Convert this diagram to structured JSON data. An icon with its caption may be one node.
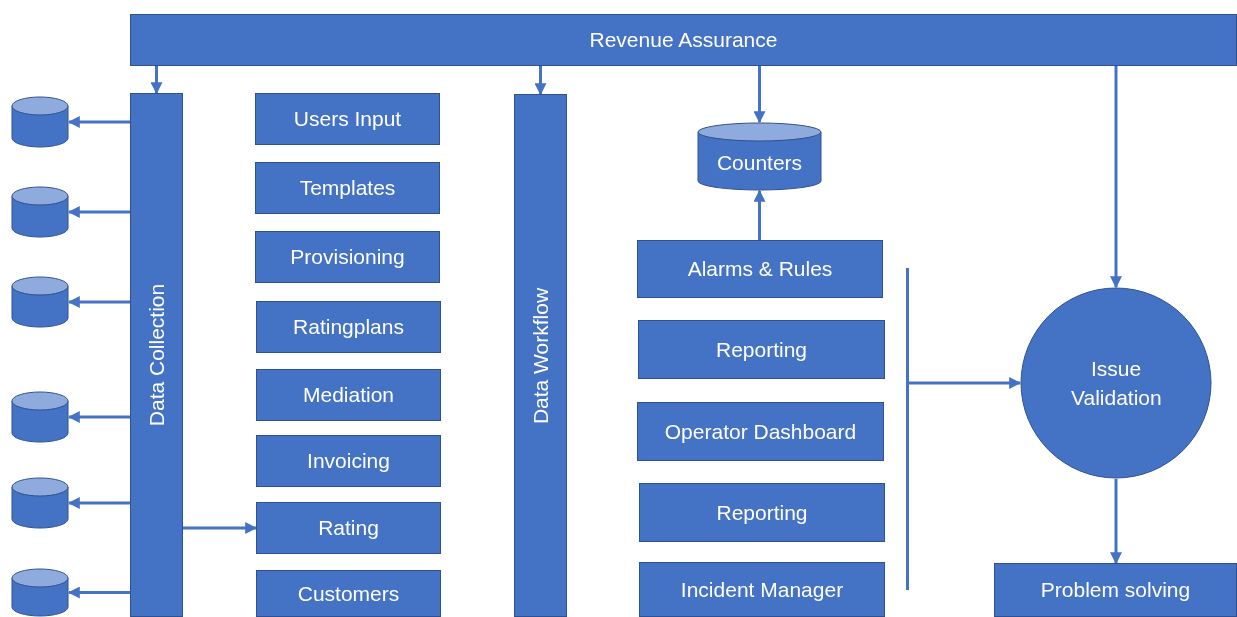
{
  "diagram": {
    "nodes": [
      {
        "text": [
          "Revenue Assurance"
        ]
      },
      {
        "text": [
          "Data Collection"
        ]
      },
      {
        "text": [
          "Users Input"
        ]
      },
      {
        "text": [
          "Templates"
        ]
      },
      {
        "text": [
          "Provisioning"
        ]
      },
      {
        "text": [
          "Ratingplans"
        ]
      },
      {
        "text": [
          "Mediation"
        ]
      },
      {
        "text": [
          "Invoicing"
        ]
      },
      {
        "text": [
          "Rating"
        ]
      },
      {
        "text": [
          "Customers"
        ]
      },
      {
        "text": [
          "Data Workflow"
        ]
      },
      {
        "text": [
          "Counters"
        ]
      },
      {
        "text": [
          "Alarms & Rules"
        ]
      },
      {
        "text": [
          "Reporting"
        ]
      },
      {
        "text": [
          "Operator Dashboard"
        ]
      },
      {
        "text": [
          "Reporting"
        ]
      },
      {
        "text": [
          "Incident Manager"
        ]
      },
      {
        "text": [
          "Issue Validation"
        ]
      },
      {
        "text": [
          "Problem solving"
        ]
      },
      {
        "text": [],
        "shape": "cylinder"
      },
      {
        "text": [],
        "shape": "cylinder"
      },
      {
        "text": [],
        "shape": "cylinder"
      },
      {
        "text": [],
        "shape": "cylinder"
      },
      {
        "text": [],
        "shape": "cylinder"
      },
      {
        "text": [],
        "shape": "cylinder"
      },
      {
        "text": [],
        "shape": "bar"
      }
    ],
    "edges": [
      {
        "from": 0,
        "to": 1,
        "arrow": "to"
      },
      {
        "from": 0,
        "to": 10,
        "arrow": "to"
      },
      {
        "from": 0,
        "to": 11,
        "arrow": "to"
      },
      {
        "from": 0,
        "to": 17,
        "arrow": "to"
      },
      {
        "from": 12,
        "to": 11,
        "arrow": "to"
      },
      {
        "from": 1,
        "to": 19,
        "arrow": "to"
      },
      {
        "from": 1,
        "to": 20,
        "arrow": "to"
      },
      {
        "from": 1,
        "to": 21,
        "arrow": "to"
      },
      {
        "from": 1,
        "to": 22,
        "arrow": "to"
      },
      {
        "from": 1,
        "to": 23,
        "arrow": "to"
      },
      {
        "from": 1,
        "to": 24,
        "arrow": "to"
      },
      {
        "from": 1,
        "to": 8,
        "arrow": "to"
      },
      {
        "from": 25,
        "to": 17,
        "arrow": "to"
      },
      {
        "from": 17,
        "to": 18,
        "arrow": "to"
      }
    ]
  }
}
